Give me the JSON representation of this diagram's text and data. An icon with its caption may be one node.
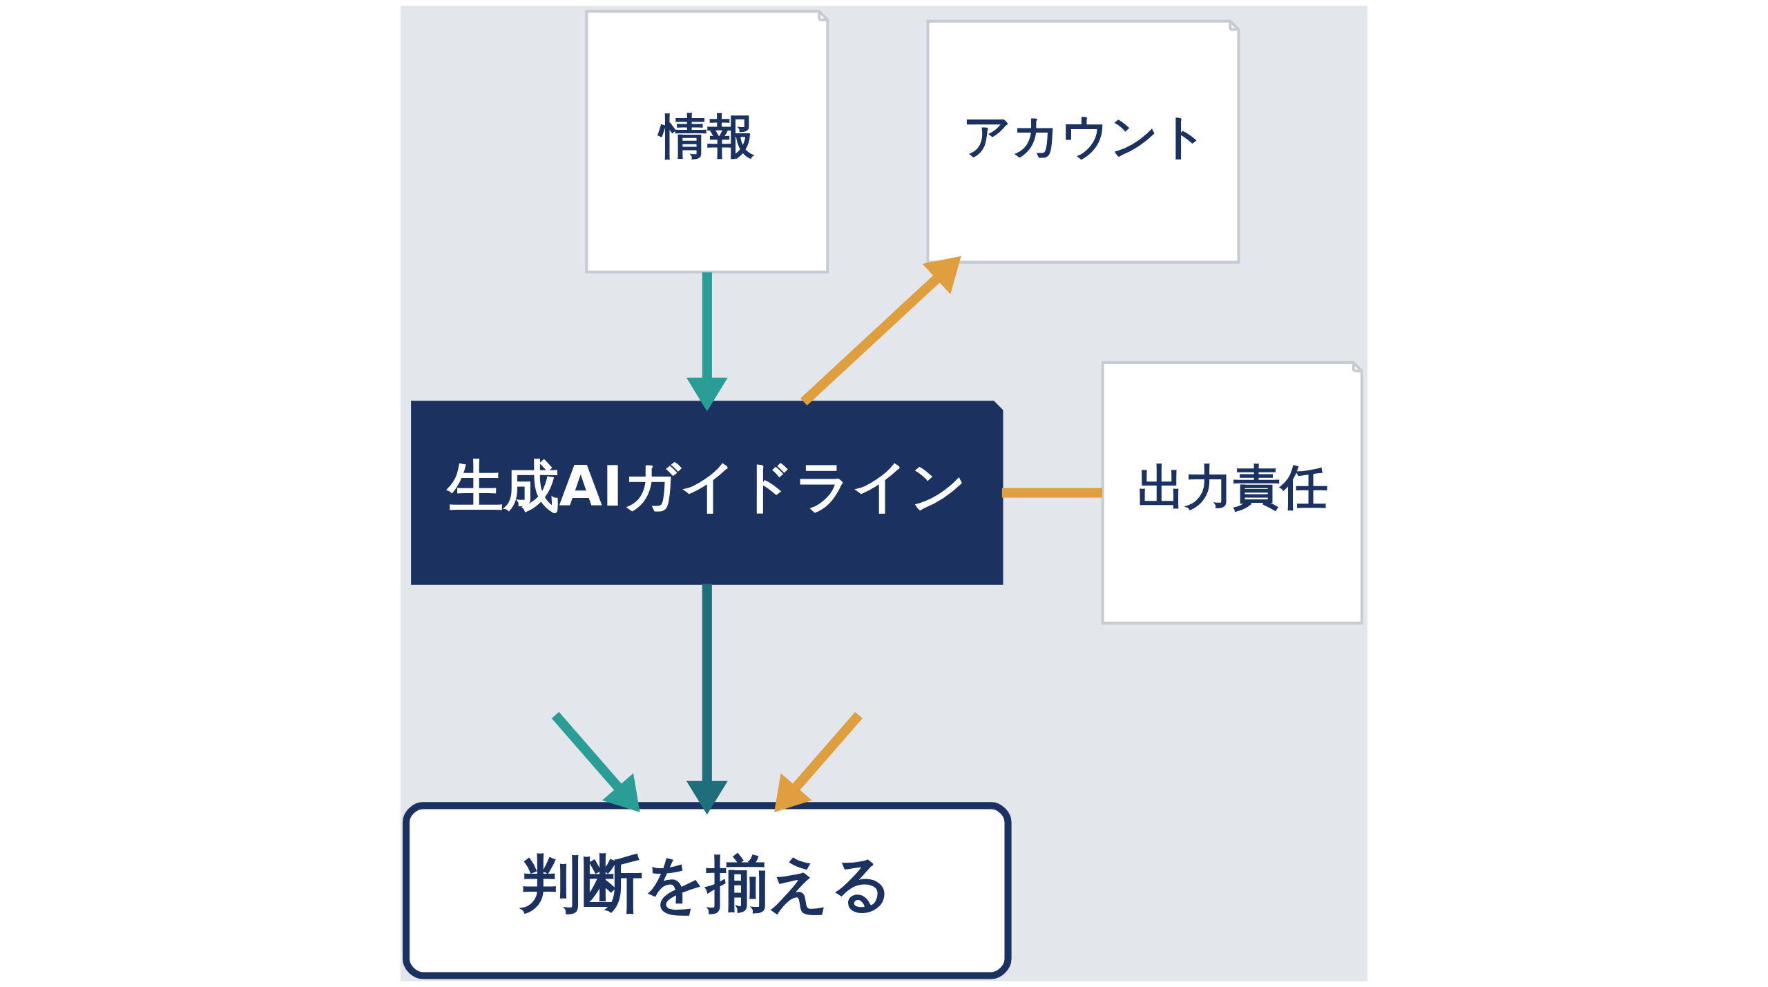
{
  "diagram": {
    "nodes": [
      {
        "text": [
          "情報"
        ]
      },
      {
        "text": [
          "アカウント"
        ]
      },
      {
        "text": [
          "生成AIガイドライン"
        ]
      },
      {
        "text": [
          "出力責任"
        ]
      },
      {
        "text": [
          "判断を揃える"
        ]
      }
    ],
    "edges": [
      {
        "from": 0,
        "to": 2,
        "arrow": "to",
        "color": "#2a9d96"
      },
      {
        "from": 2,
        "to": 1,
        "arrow": "to",
        "color": "#e09f3e"
      },
      {
        "from": 3,
        "to": 2,
        "arrow": "none",
        "color": "#e09f3e"
      },
      {
        "from": null,
        "to": 4,
        "arrow": "to",
        "color": "#2a9d96"
      },
      {
        "from": 2,
        "to": 4,
        "arrow": "to",
        "color": "#1f6e7c"
      },
      {
        "from": null,
        "to": 4,
        "arrow": "to",
        "color": "#e09f3e"
      }
    ]
  }
}
